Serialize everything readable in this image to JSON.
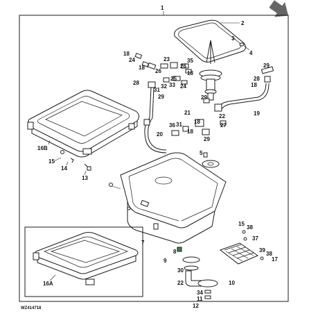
{
  "arrow_color": "#666666",
  "accent_green": "#2e8b3a",
  "diagram_code": "WZ414718",
  "labels": {
    "l1": "1",
    "l2": "2",
    "l3": "3",
    "l4": "4",
    "l5": "5",
    "l6": "6",
    "l7": "7",
    "l8": "8",
    "l9": "9",
    "l10": "10",
    "l11": "11",
    "l12": "12",
    "l13": "13",
    "l14": "14",
    "l15a": "15",
    "l15b": "15",
    "l16a": "16A",
    "l16b": "16B",
    "l17": "17",
    "l18a": "18",
    "l18b": "18",
    "l18c": "18",
    "l18d": "18",
    "l18e": "18",
    "l18f": "18",
    "l19": "19",
    "l20": "20",
    "l21": "21",
    "l22": "22",
    "l23": "23",
    "l24a": "24",
    "l24b": "24",
    "l25": "25",
    "l26a": "26",
    "l26b": "26",
    "l27": "27",
    "l28a": "28",
    "l28b": "28",
    "l29a": "29",
    "l29b": "29",
    "l29c": "29",
    "l30": "30",
    "l31a": "31",
    "l31b": "31",
    "l32": "32",
    "l33": "33",
    "l34": "34",
    "l35": "35",
    "l36": "36",
    "l37": "37",
    "l38a": "38",
    "l38b": "38",
    "l39": "39"
  }
}
